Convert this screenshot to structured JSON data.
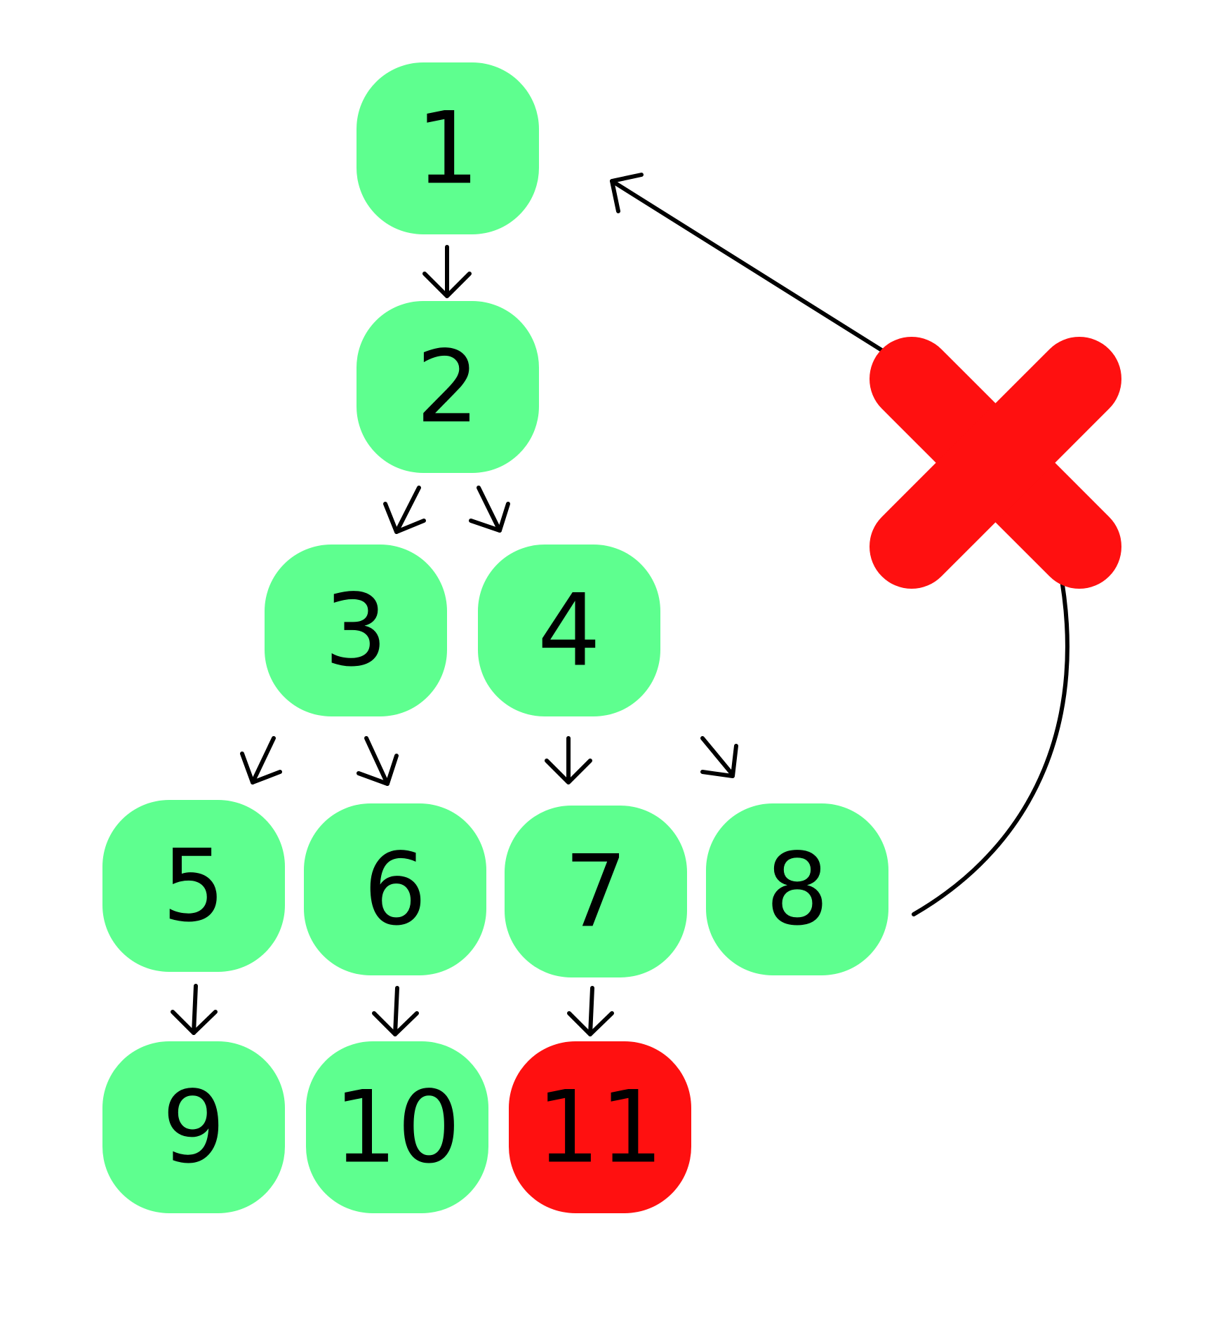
{
  "colors": {
    "node_ok": "#5EFF8F",
    "node_bad": "#FF1010",
    "cross": "#FF1010",
    "edge": "#000000"
  },
  "nodes": [
    {
      "id": "n1",
      "label": "1",
      "status": "ok"
    },
    {
      "id": "n2",
      "label": "2",
      "status": "ok"
    },
    {
      "id": "n3",
      "label": "3",
      "status": "ok"
    },
    {
      "id": "n4",
      "label": "4",
      "status": "ok"
    },
    {
      "id": "n5",
      "label": "5",
      "status": "ok"
    },
    {
      "id": "n6",
      "label": "6",
      "status": "ok"
    },
    {
      "id": "n7",
      "label": "7",
      "status": "ok"
    },
    {
      "id": "n8",
      "label": "8",
      "status": "ok"
    },
    {
      "id": "n9",
      "label": "9",
      "status": "ok"
    },
    {
      "id": "n10",
      "label": "10",
      "status": "ok"
    },
    {
      "id": "n11",
      "label": "11",
      "status": "bad"
    }
  ],
  "edges": [
    {
      "from": "1",
      "to": "2"
    },
    {
      "from": "2",
      "to": "3"
    },
    {
      "from": "2",
      "to": "4"
    },
    {
      "from": "3",
      "to": "5"
    },
    {
      "from": "3",
      "to": "6"
    },
    {
      "from": "4",
      "to": "7"
    },
    {
      "from": "4",
      "to": "8"
    },
    {
      "from": "5",
      "to": "9"
    },
    {
      "from": "6",
      "to": "10"
    },
    {
      "from": "7",
      "to": "11"
    },
    {
      "from": "8",
      "to": "1",
      "blocked": true
    }
  ]
}
